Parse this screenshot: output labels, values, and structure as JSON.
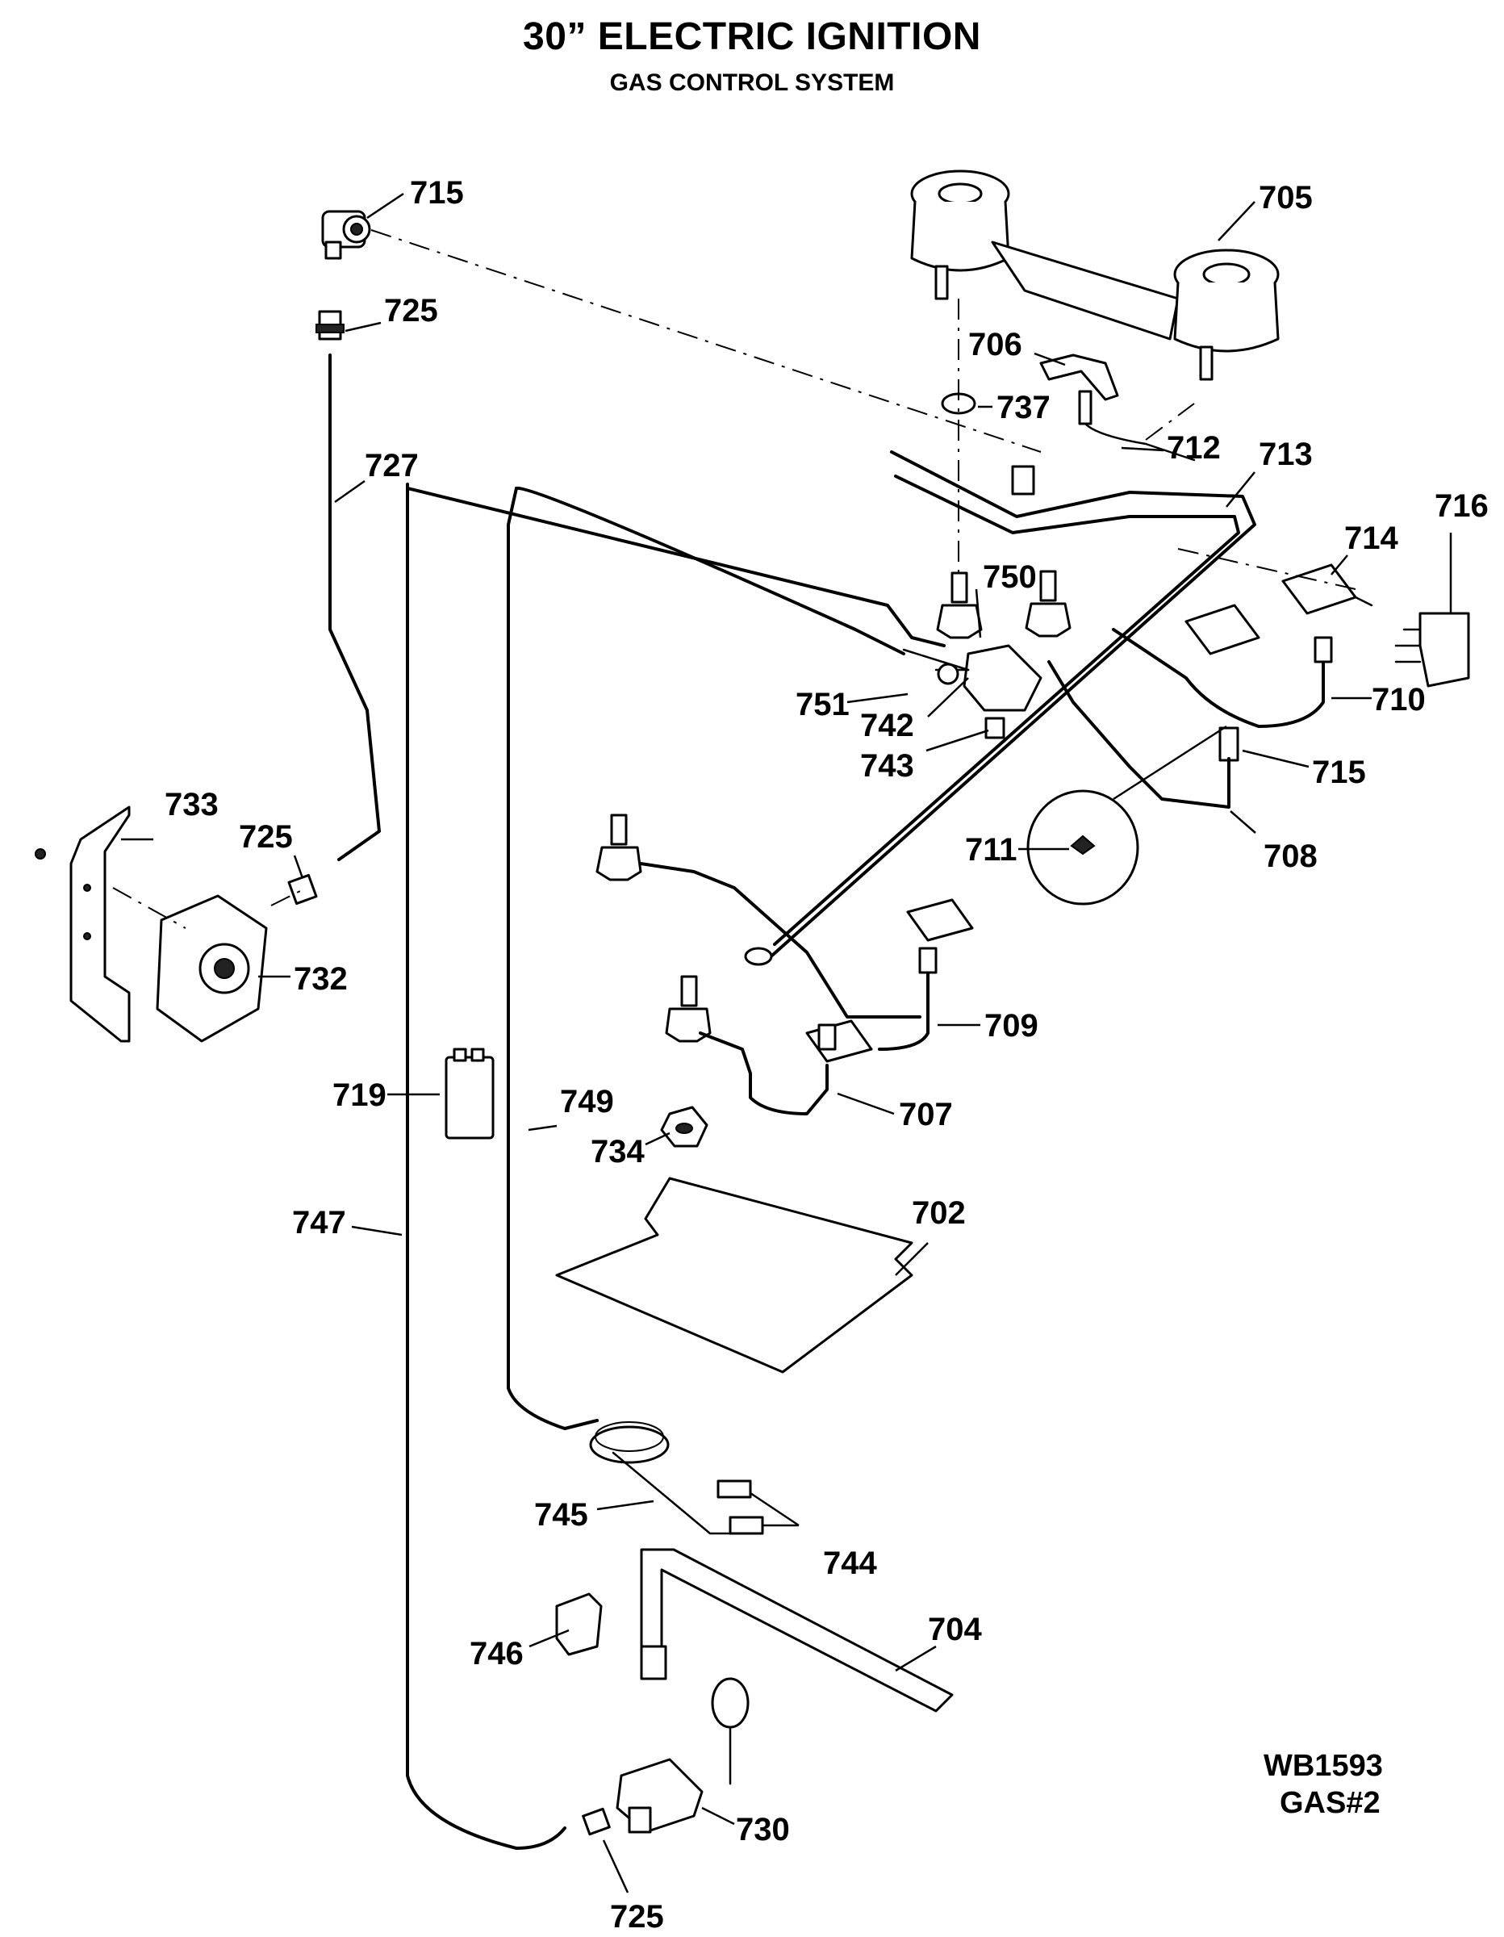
{
  "title": "30” ELECTRIC IGNITION",
  "subtitle": "GAS CONTROL SYSTEM",
  "diagram_code": [
    "WB1593",
    "GAS#2"
  ],
  "parts": {
    "p702": "702",
    "p704": "704",
    "p705": "705",
    "p706": "706",
    "p707": "707",
    "p708": "708",
    "p709": "709",
    "p710": "710",
    "p711": "711",
    "p712": "712",
    "p713": "713",
    "p714": "714",
    "p715a": "715",
    "p715b": "715",
    "p716": "716",
    "p719": "719",
    "p725a": "725",
    "p725b": "725",
    "p725c": "725",
    "p727": "727",
    "p730": "730",
    "p732": "732",
    "p733": "733",
    "p734": "734",
    "p737": "737",
    "p742": "742",
    "p743": "743",
    "p744": "744",
    "p745": "745",
    "p746": "746",
    "p747": "747",
    "p749": "749",
    "p750": "750",
    "p751": "751"
  }
}
